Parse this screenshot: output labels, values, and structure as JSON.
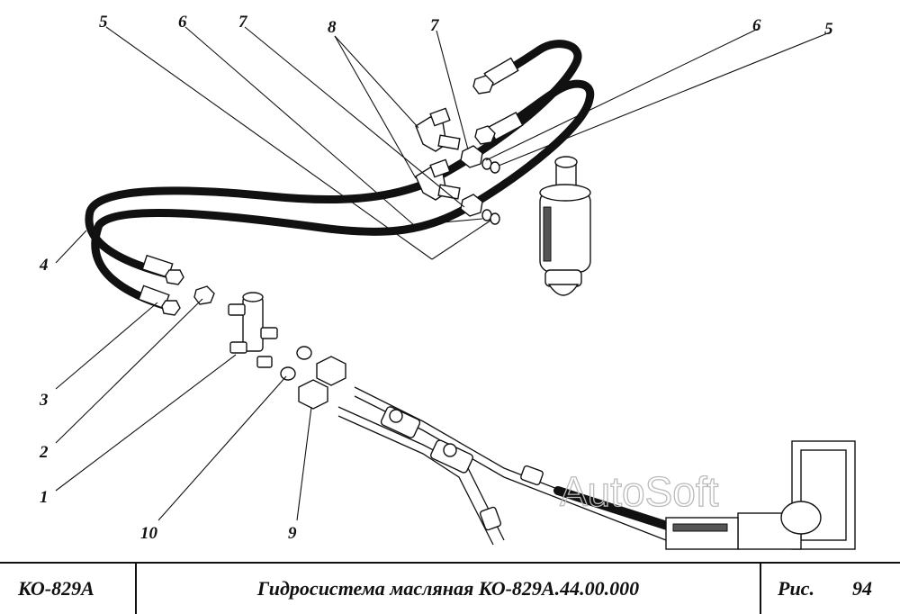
{
  "callouts": [
    {
      "id": "c5a",
      "label": "5"
    },
    {
      "id": "c6a",
      "label": "6"
    },
    {
      "id": "c7a",
      "label": "7"
    },
    {
      "id": "c8",
      "label": "8"
    },
    {
      "id": "c7b",
      "label": "7"
    },
    {
      "id": "c6b",
      "label": "6"
    },
    {
      "id": "c5b",
      "label": "5"
    },
    {
      "id": "c4",
      "label": "4"
    },
    {
      "id": "c3",
      "label": "3"
    },
    {
      "id": "c2",
      "label": "2"
    },
    {
      "id": "c1",
      "label": "1"
    },
    {
      "id": "c10",
      "label": "10"
    },
    {
      "id": "c9",
      "label": "9"
    }
  ],
  "watermark": "AutoSoft",
  "title_block": {
    "model": "КО-829А",
    "title": "Гидросистема масляная КО-829А.44.00.000",
    "figure_label": "Рис.",
    "figure_number": "94"
  }
}
